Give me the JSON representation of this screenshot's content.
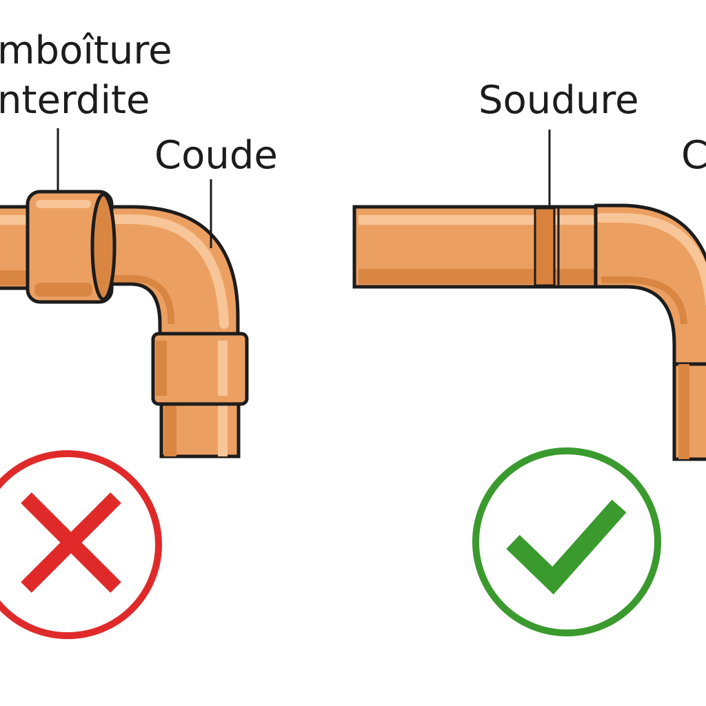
{
  "panels": {
    "left": {
      "labels": {
        "fitting_line1": "mboîture",
        "fitting_line2": "nterdite",
        "elbow": "Coude"
      },
      "status_icon": "cross-icon",
      "status_color": "#e02a2a"
    },
    "right": {
      "labels": {
        "weld": "Soudure",
        "elbow": "C"
      },
      "status_icon": "checkmark-icon",
      "status_color": "#3a9a2e"
    }
  },
  "colors": {
    "copper": "#eba062",
    "copper_light": "#f7c598",
    "copper_dark": "#d98643",
    "weld_band": "#d9823e",
    "outline": "#1c1c1c"
  }
}
